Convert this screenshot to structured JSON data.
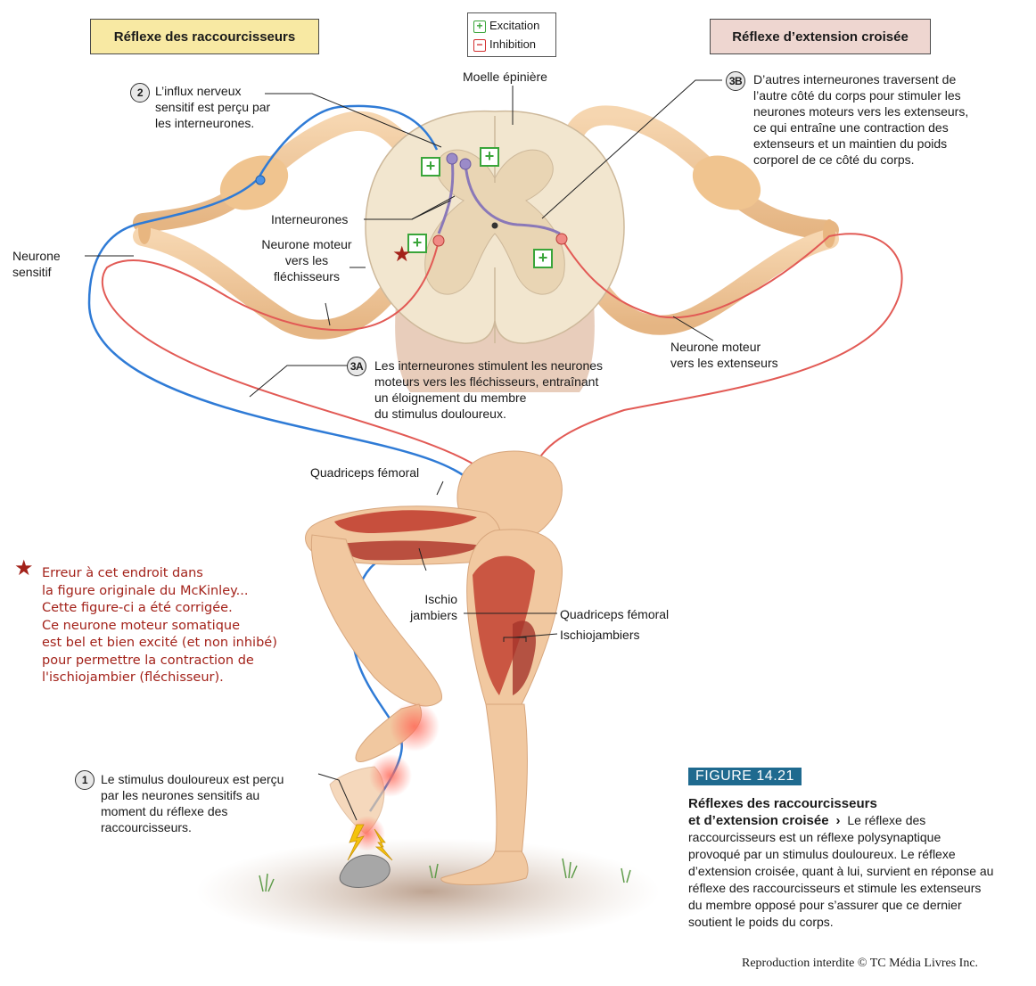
{
  "titles": {
    "left": "Réflexe des raccourcisseurs",
    "right": "Réflexe d’extension croisée"
  },
  "legend": {
    "excitation": "Excitation",
    "inhibition": "Inhibition",
    "excitation_symbol": "+",
    "inhibition_symbol": "−",
    "excitation_color": "#3aa53a",
    "inhibition_color": "#d22f2f"
  },
  "labels": {
    "spinal_cord": "Moelle épinière",
    "interneurons": "Interneurones",
    "motor_flexors": "Neurone moteur\nvers les\nfléchisseurs",
    "sensory_neuron": "Neurone\nsensitif",
    "motor_extensors": "Neurone moteur\nvers les extenseurs",
    "quadriceps_top": "Quadriceps fémoral",
    "ischio_left": "Ischio\njambiers",
    "quadriceps_right": "Quadriceps fémoral",
    "ischio_right": "Ischiojambiers"
  },
  "steps": {
    "s1": {
      "num": "1",
      "text": "Le stimulus douloureux est perçu\npar les neurones sensitifs au\nmoment du réflexe des\nraccourcisseurs."
    },
    "s2": {
      "num": "2",
      "text": "L’influx nerveux\nsensitif est perçu par\nles interneurones."
    },
    "s3a": {
      "num": "3A",
      "text": "Les interneurones stimulent les neurones\nmoteurs vers les fléchisseurs, entraînant\nun éloignement du membre\ndu stimulus douloureux."
    },
    "s3b": {
      "num": "3B",
      "text": "D’autres interneurones traversent de\nl’autre côté du corps pour stimuler les\nneurones moteurs vers les extenseurs,\nce qui entraîne une contraction des\nextenseurs et un maintien du poids\ncorporel de ce côté du corps."
    }
  },
  "error_note": "Erreur à cet endroit dans\nla figure originale du McKinley...\nCette figure-ci a été corrigée.\nCe neurone moteur somatique\nest bel et bien excité (et non inhibé)\npour permettre la contraction de\nl'ischiojambier (fléchisseur).",
  "figure": {
    "tag": "FIGURE 14.21",
    "title_line1": "Réflexes des raccourcisseurs",
    "title_line2": "et d’extension croisée",
    "arrow": "›",
    "body": "Le réflexe des raccourcisseurs est un réflexe polysynaptique provoqué par un stimulus douloureux. Le réflexe d’extension croisée, quant à lui, survient en réponse au réflexe des raccourcisseurs et stimule les extenseurs du membre opposé pour s’assurer que ce dernier soutient le poids du corps."
  },
  "copyright": "Reproduction interdite © TC Média Livres Inc.",
  "colors": {
    "nerve": "#f1c79a",
    "cord": "#f2e6cf",
    "sensory": "#2f7bd6",
    "motor": "#e25a55",
    "interneuron": "#8a78b8",
    "muscle": "#c0392b",
    "skin": "#f1c8a0",
    "left_title_bg": "#f8e9a3",
    "right_title_bg": "#eed6d0",
    "error_text": "#a3221a",
    "figure_tag_bg": "#1f6a8f"
  }
}
